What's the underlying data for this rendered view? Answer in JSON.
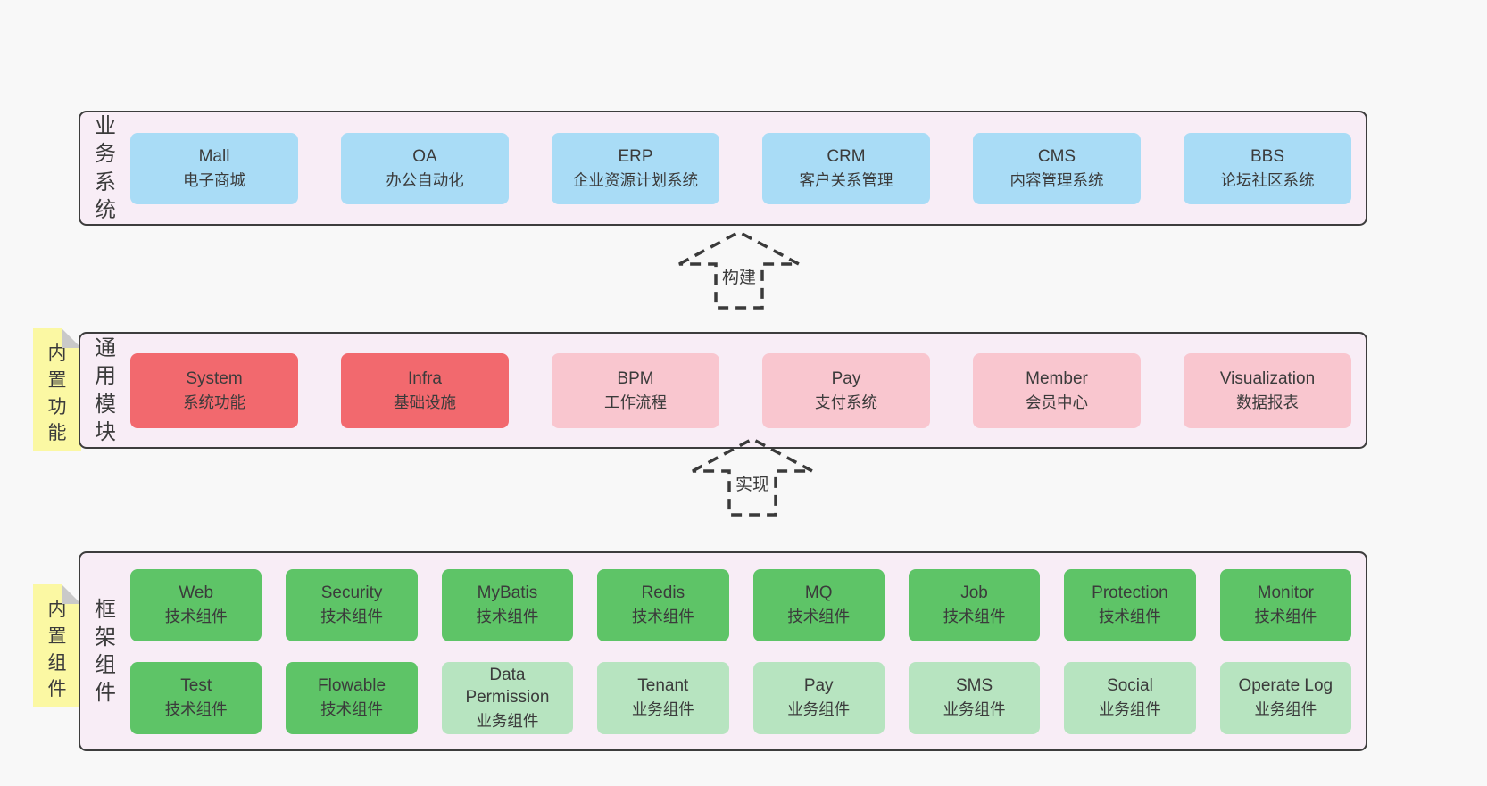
{
  "palette": {
    "page_bg": "#f8f8f8",
    "layer_bg": "#f8edf6",
    "layer_border": "#3d3d3d",
    "blue_box": "#a9dcf6",
    "red_box": "#f2696e",
    "pink_box": "#f9c6cf",
    "green_box": "#5ec467",
    "light_green_box": "#b7e4c0",
    "sticky_yellow": "#fbf8a3",
    "sticky_fold_gray": "#c9c9c9",
    "text": "#3b3b3b"
  },
  "arrows": {
    "build": "构建",
    "implement": "实现"
  },
  "layers": {
    "business": {
      "label": "业务系统",
      "boxes": [
        {
          "en": "Mall",
          "zh": "电子商城"
        },
        {
          "en": "OA",
          "zh": "办公自动化"
        },
        {
          "en": "ERP",
          "zh": "企业资源计划系统"
        },
        {
          "en": "CRM",
          "zh": "客户关系管理"
        },
        {
          "en": "CMS",
          "zh": "内容管理系统"
        },
        {
          "en": "BBS",
          "zh": "论坛社区系统"
        }
      ]
    },
    "modules": {
      "label": "通用模块",
      "sticky": "内置功能",
      "boxes": [
        {
          "en": "System",
          "zh": "系统功能"
        },
        {
          "en": "Infra",
          "zh": "基础设施"
        },
        {
          "en": "BPM",
          "zh": "工作流程"
        },
        {
          "en": "Pay",
          "zh": "支付系统"
        },
        {
          "en": "Member",
          "zh": "会员中心"
        },
        {
          "en": "Visualization",
          "zh": "数据报表"
        }
      ]
    },
    "components": {
      "label": "框架组件",
      "sticky": "内置组件",
      "row1": [
        {
          "en": "Web",
          "zh": "技术组件"
        },
        {
          "en": "Security",
          "zh": "技术组件"
        },
        {
          "en": "MyBatis",
          "zh": "技术组件"
        },
        {
          "en": "Redis",
          "zh": "技术组件"
        },
        {
          "en": "MQ",
          "zh": "技术组件"
        },
        {
          "en": "Job",
          "zh": "技术组件"
        },
        {
          "en": "Protection",
          "zh": "技术组件"
        },
        {
          "en": "Monitor",
          "zh": "技术组件"
        }
      ],
      "row2": [
        {
          "en": "Test",
          "zh": "技术组件"
        },
        {
          "en": "Flowable",
          "zh": "技术组件"
        },
        {
          "en": "Data Permission",
          "zh": "业务组件"
        },
        {
          "en": "Tenant",
          "zh": "业务组件"
        },
        {
          "en": "Pay",
          "zh": "业务组件"
        },
        {
          "en": "SMS",
          "zh": "业务组件"
        },
        {
          "en": "Social",
          "zh": "业务组件"
        },
        {
          "en": "Operate Log",
          "zh": "业务组件"
        }
      ]
    }
  }
}
